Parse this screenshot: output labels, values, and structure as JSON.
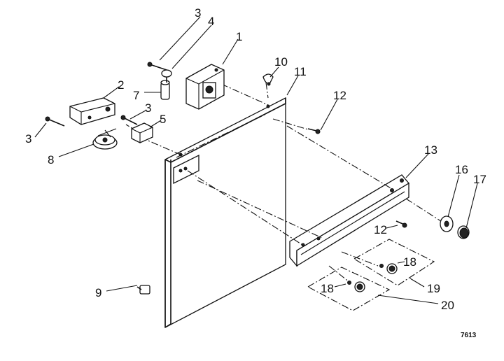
{
  "callouts": [
    {
      "id": "c1",
      "label": "1"
    },
    {
      "id": "c2",
      "label": "2"
    },
    {
      "id": "c3a",
      "label": "3"
    },
    {
      "id": "c3b",
      "label": "3"
    },
    {
      "id": "c3c",
      "label": "3"
    },
    {
      "id": "c4",
      "label": "4"
    },
    {
      "id": "c5",
      "label": "5"
    },
    {
      "id": "c7",
      "label": "7"
    },
    {
      "id": "c8",
      "label": "8"
    },
    {
      "id": "c9",
      "label": "9"
    },
    {
      "id": "c10",
      "label": "10"
    },
    {
      "id": "c11",
      "label": "11"
    },
    {
      "id": "c12a",
      "label": "12"
    },
    {
      "id": "c12b",
      "label": "12"
    },
    {
      "id": "c13",
      "label": "13"
    },
    {
      "id": "c16",
      "label": "16"
    },
    {
      "id": "c17",
      "label": "17"
    },
    {
      "id": "c18a",
      "label": "18"
    },
    {
      "id": "c18b",
      "label": "18"
    },
    {
      "id": "c19",
      "label": "19"
    },
    {
      "id": "c20",
      "label": "20"
    }
  ],
  "figure_code": "7613"
}
